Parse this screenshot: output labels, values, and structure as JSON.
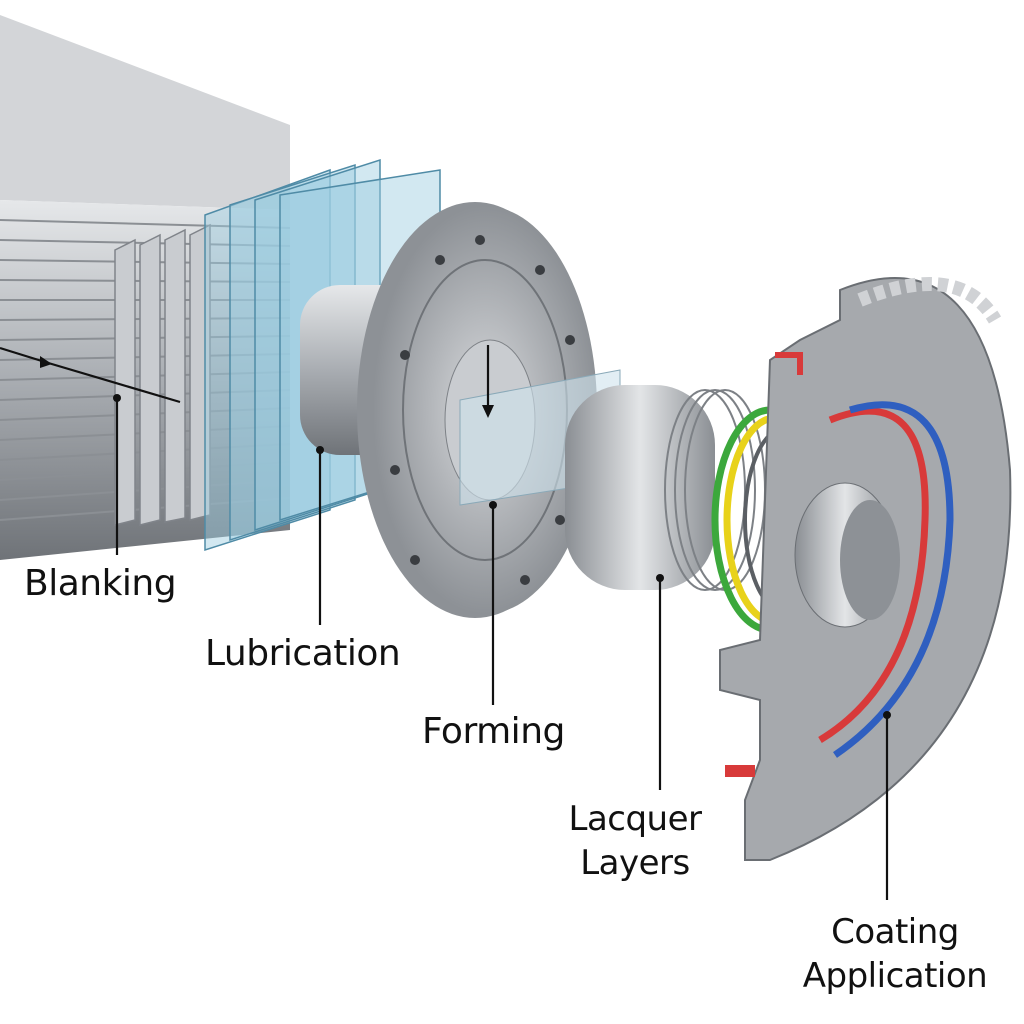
{
  "diagram": {
    "labels": {
      "blanking": "Blanking",
      "lubrication": "Lubrication",
      "forming": "Forming",
      "lacquer_line1": "Lacquer",
      "lacquer_line2": "Layers",
      "coating_line1": "Coating",
      "coating_line2": "Application"
    },
    "colors": {
      "metal": "#b9bcc0",
      "metal_dark": "#7d8186",
      "film": "#9ccbe0",
      "lacquer_yellow": "#e8d21a",
      "lacquer_green": "#3ca83c",
      "lacquer_red": "#d83a3a",
      "lacquer_blue": "#2f5fc0"
    }
  }
}
